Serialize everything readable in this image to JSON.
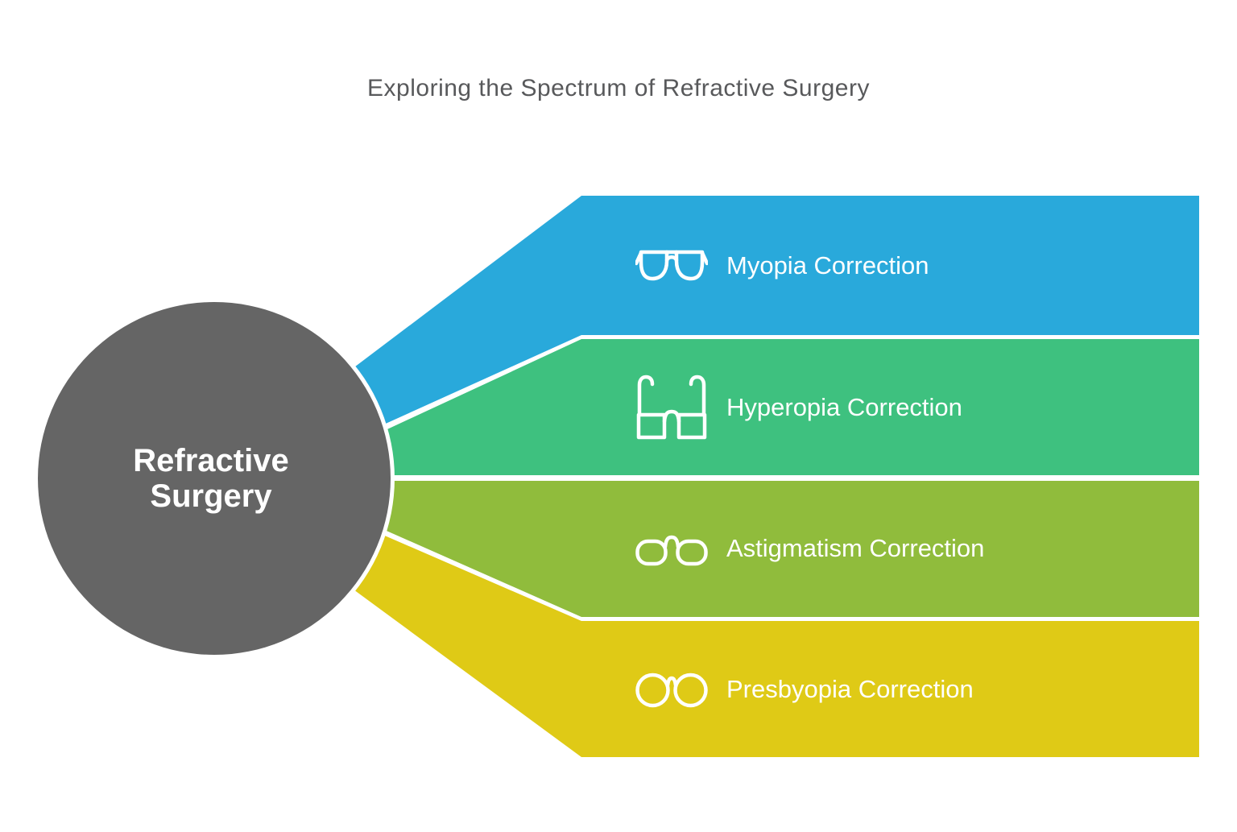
{
  "title": "Exploring the Spectrum of Refractive Surgery",
  "center_node": {
    "label": "Refractive Surgery",
    "color": "#656565",
    "text_color": "#ffffff"
  },
  "branches": [
    {
      "label": "Myopia Correction",
      "color": "#29A9DB",
      "icon": "aviator-glasses-icon"
    },
    {
      "label": "Hyperopia Correction",
      "color": "#3EC17F",
      "icon": "folded-glasses-icon"
    },
    {
      "label": "Astigmatism Correction",
      "color": "#90BC3C",
      "icon": "rimmed-glasses-icon"
    },
    {
      "label": "Presbyopia Correction",
      "color": "#DFCA16",
      "icon": "round-glasses-icon"
    }
  ],
  "colors": {
    "background": "#ffffff",
    "title_text": "#58595B",
    "label_text": "#ffffff"
  }
}
